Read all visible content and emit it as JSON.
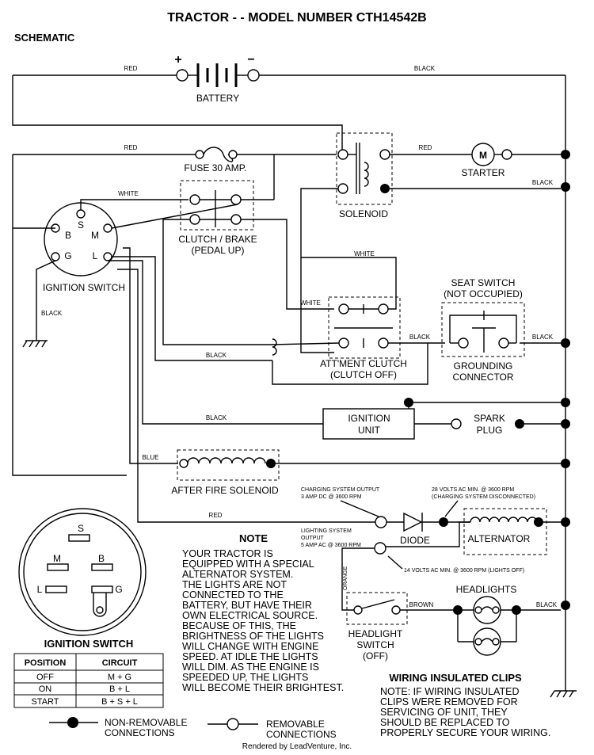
{
  "title": "TRACTOR - - MODEL NUMBER CTH14542B",
  "subtitle": "SCHEMATIC",
  "components": {
    "battery": "BATTERY",
    "battery_plus": "+",
    "battery_minus": "−",
    "fuse": "FUSE 30 AMP.",
    "starter": "STARTER",
    "starter_symbol": "M",
    "solenoid": "SOLENOID",
    "clutch_brake": [
      "CLUTCH / BRAKE",
      "(PEDAL UP)"
    ],
    "ignition_switch": "IGNITION SWITCH",
    "seat_switch": [
      "SEAT SWITCH",
      "(NOT OCCUPIED)"
    ],
    "attment_clutch": [
      "ATT'MENT CLUTCH",
      "(CLUTCH OFF)"
    ],
    "grounding_connector": [
      "GROUNDING",
      "CONNECTOR"
    ],
    "ignition_unit": [
      "IGNITION",
      "UNIT"
    ],
    "spark_plug": [
      "SPARK",
      "PLUG"
    ],
    "after_fire_solenoid": "AFTER FIRE SOLENOID",
    "diode": "DIODE",
    "alternator": "ALTERNATOR",
    "headlights": "HEADLIGHTS",
    "headlight_switch": [
      "HEADLIGHT",
      "SWITCH",
      "(OFF)"
    ]
  },
  "terminals": {
    "B": "B",
    "S": "S",
    "M": "M",
    "G": "G",
    "L": "L"
  },
  "wires": {
    "red": "RED",
    "black": "BLACK",
    "white": "WHITE",
    "blue": "BLUE",
    "orange": "ORANGE",
    "brown": "BROWN"
  },
  "specs": {
    "charging_output": [
      "CHARGING SYSTEM OUTPUT",
      "3 AMP DC @ 3600 RPM"
    ],
    "charging_disconnected": [
      "28 VOLTS AC MIN. @ 3600 RPM",
      "(CHARGING SYSTEM DISCONNECTED)"
    ],
    "lighting_output": [
      "LIGHTING SYSTEM",
      "OUTPUT",
      "5 AMP AC @ 3600 RPM"
    ],
    "lights_off": "14 VOLTS AC MIN. @ 3600 RPM (LIGHTS OFF)"
  },
  "note": {
    "heading": "NOTE",
    "lines": [
      "YOUR TRACTOR IS",
      "EQUIPPED WITH A SPECIAL",
      "ALTERNATOR SYSTEM.",
      "THE LIGHTS ARE NOT",
      "CONNECTED TO THE",
      "BATTERY, BUT HAVE THEIR",
      "OWN ELECTRICAL SOURCE.",
      "BECAUSE OF THIS, THE",
      "BRIGHTNESS OF THE LIGHTS",
      "WILL CHANGE WITH ENGINE",
      "SPEED.  AT IDLE THE LIGHTS",
      "WILL DIM.  AS THE ENGINE IS",
      "SPEEDED UP, THE LIGHTS",
      "WILL BECOME THEIR BRIGHTEST."
    ]
  },
  "clips": {
    "heading": "WIRING INSULATED CLIPS",
    "lines": [
      "NOTE: IF WIRING INSULATED",
      "CLIPS WERE REMOVED FOR",
      "SERVICING OF UNIT, THEY",
      "SHOULD BE REPLACED TO",
      "PROPERLY SECURE YOUR WIRING."
    ]
  },
  "switch_table": {
    "caption": "IGNITION SWITCH",
    "headers": [
      "POSITION",
      "CIRCUIT"
    ],
    "rows": [
      [
        "OFF",
        "M + G"
      ],
      [
        "ON",
        "B + L"
      ],
      [
        "START",
        "B + S + L"
      ]
    ]
  },
  "legend": {
    "non_removable": [
      "NON-REMOVABLE",
      "CONNECTIONS"
    ],
    "removable": [
      "REMOVABLE",
      "CONNECTIONS"
    ]
  },
  "footer": "Rendered by LeadVenture, Inc."
}
